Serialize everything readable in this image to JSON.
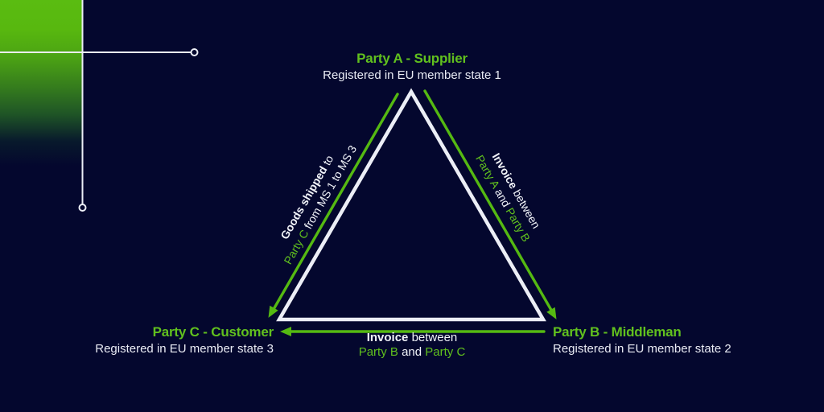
{
  "colors": {
    "background": "#04072e",
    "line_green": "#55b912",
    "text_green": "#61c01e",
    "line_white": "#eceef6",
    "text_white": "#f2f4fa",
    "text_sub": "#e9ebf4"
  },
  "nodes": {
    "party_a": {
      "title": "Party A - Supplier",
      "subtitle": "Registered in EU member state 1"
    },
    "party_b": {
      "title": "Party B - Middleman",
      "subtitle": "Registered in EU member state 2"
    },
    "party_c": {
      "title": "Party C - Customer",
      "subtitle": "Registered in EU member state 3"
    }
  },
  "edges": {
    "goods_a_to_c": {
      "line1_bold": "Goods shipped",
      "line1_rest": " to",
      "line2_party": "Party C",
      "line2_rest": " from MS 1 to MS 3"
    },
    "invoice_a_b": {
      "line1_bold": "Invoice",
      "line1_rest": " between",
      "party1": "Party A",
      "mid": " and ",
      "party2": "Party B"
    },
    "invoice_b_c": {
      "line1_bold": "Invoice",
      "line1_rest": " between",
      "party1": "Party B",
      "mid": " and ",
      "party2": "Party C"
    }
  }
}
